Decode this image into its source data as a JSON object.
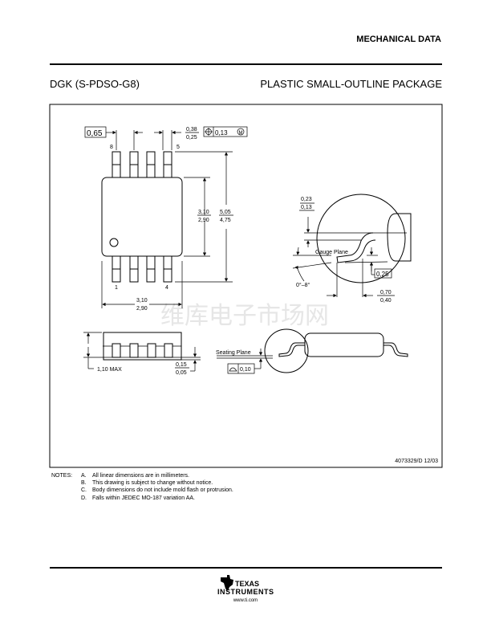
{
  "header": {
    "section": "MECHANICAL DATA",
    "package_code": "DGK (S-PDSO-G8)",
    "package_name": "PLASTIC SMALL-OUTLINE PACKAGE"
  },
  "top_view": {
    "pitch": "0,65",
    "lead_width_max": "0,38",
    "lead_width_min": "0,25",
    "position_tolerance": "0,13",
    "tolerance_modifier": "M",
    "pin_labels": [
      "8",
      "5",
      "1",
      "4"
    ],
    "body_width_max": "3,10",
    "body_width_min": "2,90",
    "overall_max": "5,05",
    "overall_min": "4,75",
    "body_length_max": "3,10",
    "body_length_min": "2,90"
  },
  "detail": {
    "lead_thick_max": "0,23",
    "lead_thick_min": "0,13",
    "gauge_plane": "Gauge Plane",
    "gauge_value": "0,25",
    "angle": "0°–8°",
    "foot_max": "0,70",
    "foot_min": "0,40"
  },
  "side_view": {
    "height": "1,10 MAX",
    "standoff_max": "0,15",
    "standoff_min": "0,05",
    "seating_plane": "Seating Plane",
    "coplanarity": "0,10"
  },
  "drawing_number": "4073329/D 12/03",
  "notes": {
    "label": "NOTES:",
    "items": [
      {
        "letter": "A.",
        "text": "All linear dimensions are in millimeters."
      },
      {
        "letter": "B.",
        "text": "This drawing is subject to change without notice."
      },
      {
        "letter": "C.",
        "text": "Body dimensions do not include mold flash or protrusion."
      },
      {
        "letter": "D.",
        "text": "Falls within JEDEC MO-187 variation AA."
      }
    ]
  },
  "watermark": "维库电子市场网",
  "footer": {
    "logo_line1": "TEXAS",
    "logo_line2": "INSTRUMENTS",
    "website": "www.ti.com"
  }
}
